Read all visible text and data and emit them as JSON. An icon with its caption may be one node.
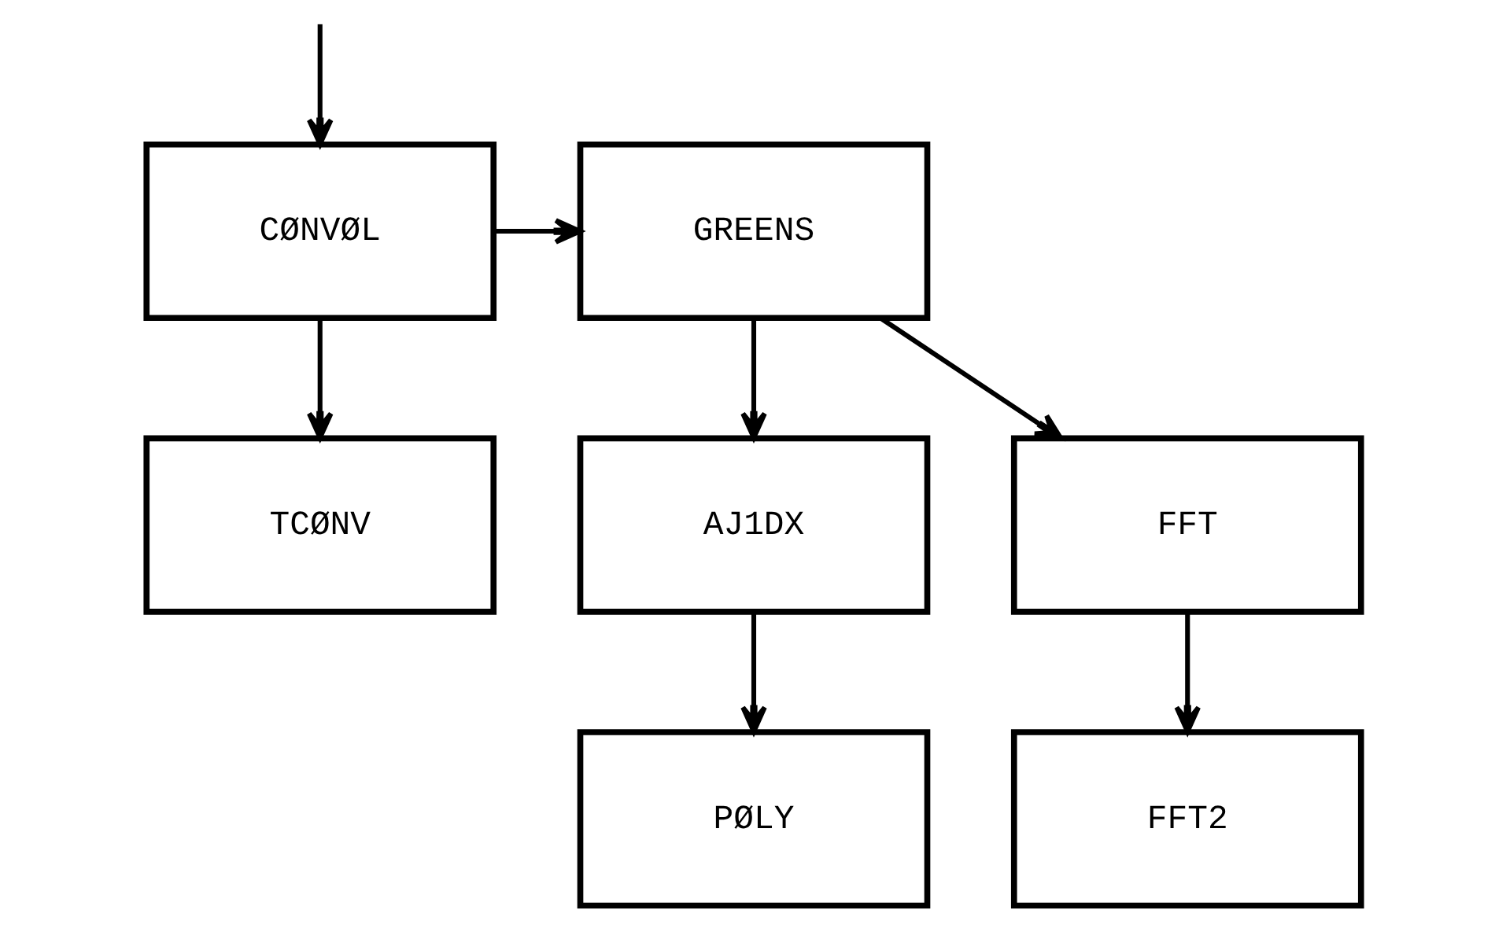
{
  "diagram": {
    "nodes": [
      {
        "text": [
          "GREENS"
        ]
      },
      {
        "text": [
          "CØNVØL"
        ]
      },
      {
        "text": [
          "FFT"
        ]
      },
      {
        "text": [
          "AJ1DX"
        ]
      },
      {
        "text": [
          "TCØNV"
        ]
      },
      {
        "text": [
          "FFT2"
        ]
      },
      {
        "text": [
          "PØLY"
        ]
      }
    ],
    "edges": [
      {
        "from": null,
        "to": 1,
        "arrow": "to"
      },
      {
        "from": 1,
        "to": 0,
        "arrow": "to"
      },
      {
        "from": 0,
        "to": 2,
        "arrow": "to"
      },
      {
        "from": 0,
        "to": 3,
        "arrow": "to"
      },
      {
        "from": 1,
        "to": 4,
        "arrow": "to"
      },
      {
        "from": 2,
        "to": 5,
        "arrow": "to"
      },
      {
        "from": 3,
        "to": 6,
        "arrow": "to"
      }
    ]
  }
}
